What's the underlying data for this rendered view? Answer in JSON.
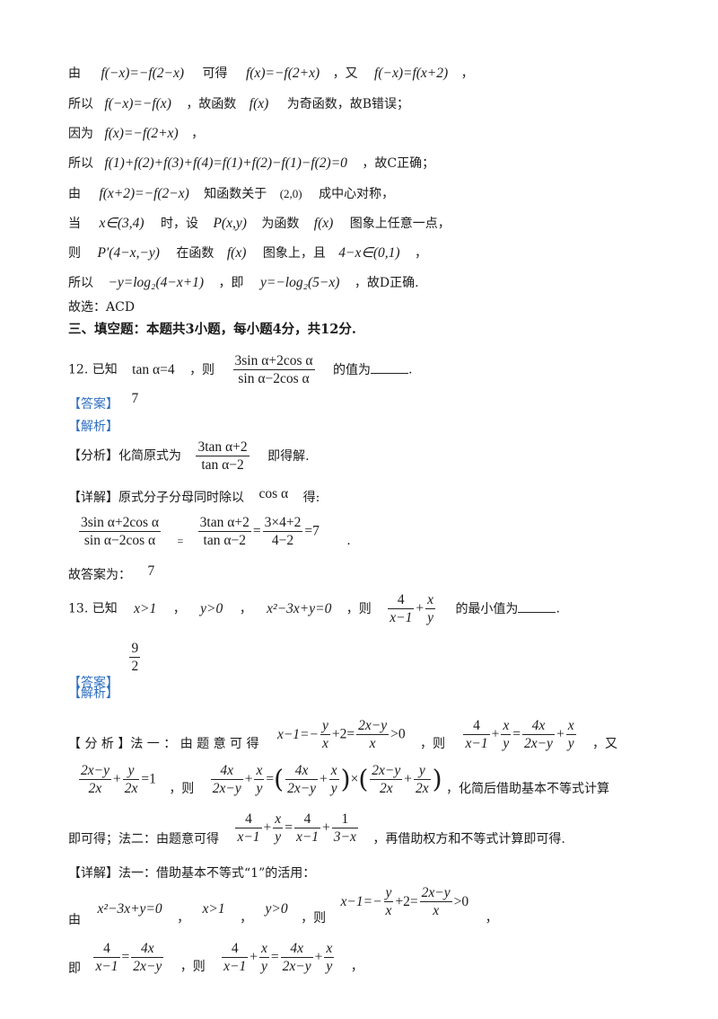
{
  "lines": {
    "l1": {
      "a": "由",
      "e1": "f(−x)=−f(2−x)",
      "b": "可得",
      "e2": "f(x)=−f(2+x)",
      "c": "，又",
      "e3": "f(−x)=f(x+2)",
      "d": "，"
    },
    "l2": {
      "a": "所以",
      "e1": "f(−x)=−f(x)",
      "b": "，故函数",
      "e2": "f(x)",
      "c": "为奇函数，故B错误；"
    },
    "l3": {
      "a": "因为",
      "e1": "f(x)=−f(2+x)",
      "b": "，"
    },
    "l4": {
      "a": "所以",
      "e1": "f(1)+f(2)+f(3)+f(4)=f(1)+f(2)−f(1)−f(2)=0",
      "b": "，故C正确；"
    },
    "l5": {
      "a": "由",
      "e1": "f(x+2)=−f(2−x)",
      "b": "知函数关于",
      "e2": "(2,0)",
      "c": "成中心对称，"
    },
    "l6": {
      "a": "当",
      "e1": "x∈(3,4)",
      "b": "时，设",
      "e2": "P(x,y)",
      "c": "为函数",
      "e3": "f(x)",
      "d": "图象上任意一点，"
    },
    "l7": {
      "a": "则",
      "e1": "P′(4−x,−y)",
      "b": "在函数",
      "e2": "f(x)",
      "c": "图象上，且",
      "e3": "4−x∈(0,1)",
      "d": "，"
    },
    "l8": {
      "a": "所以",
      "e1": "−y=log₂(4−x+1)",
      "b": "，即",
      "e2": "y=−log₂(5−x)",
      "c": "，故D正确."
    },
    "l9": {
      "a": "故选：ACD"
    },
    "section": "三、填空题：本题共3小题，每小题4分，共12分.",
    "q12": {
      "a": "12. 已知",
      "e1": "tan α=4",
      "b": "，则",
      "num": "3sin α+2cos α",
      "den": "sin α−2cos α",
      "c": "的值为"
    },
    "q12_ans_tag": "【答案】",
    "q12_ans": "7",
    "q12_jx_tag": "【解析】",
    "q12_fx": {
      "tag": "【分析】",
      "a": "化简原式为",
      "num": "3tan α+2",
      "den": "tan α−2",
      "b": "即得解."
    },
    "q12_xj": {
      "tag": "【详解】",
      "a": "原式分子分母同时除以",
      "e1": "cos α",
      "b": "得:"
    },
    "q12_calc": {
      "n1": "3sin α+2cos α",
      "d1": "sin α−2cos α",
      "eq": "=",
      "n2": "3tan α+2",
      "d2": "tan α−2",
      "eq2": "=",
      "n3": "3×4+2",
      "d3": "4−2",
      "tail": "=7",
      "dot": "."
    },
    "q12_final": {
      "a": "故答案为：",
      "v": "7"
    },
    "q13": {
      "a": "13. 已知",
      "e1": "x>1",
      "e2": "y>0",
      "e3": "x²−3x+y=0",
      "b": "，则",
      "n1": "4",
      "d1": "x−1",
      "plus": "+",
      "n2": "x",
      "d2": "y",
      "c": "的最小值为"
    },
    "q13_ans_tag": "【答案】",
    "q13_ans_num": "9",
    "q13_ans_den": "2",
    "q13_jx_tag": "【解析】",
    "q13_fx1": {
      "tag": "【 分 析 】",
      "a": "法 一 ： 由 题 意 可 得",
      "e1": "x−1=−",
      "n1": "y",
      "d1": "x",
      "e2": "+2=",
      "n2": "2x−y",
      "d2": "x",
      "e3": ">0",
      "b": "，则",
      "n3": "4",
      "d3": "x−1",
      "n4": "x",
      "d4": "y",
      "e4": "=",
      "n5": "4x",
      "d5": "2x−y",
      "n6": "x",
      "d6": "y",
      "c": "，又"
    },
    "q13_fx2": {
      "n1": "2x−y",
      "d1": "2x",
      "n2": "y",
      "d2": "2x",
      "e1": "=1",
      "a": "，则",
      "n3": "4x",
      "d3": "2x−y",
      "n4": "x",
      "d4": "y",
      "n5": "4x",
      "d5": "2x−y",
      "n6": "x",
      "d6": "y",
      "n7": "2x−y",
      "d7": "2x",
      "n8": "y",
      "d8": "2x",
      "b": "，化简后借助基本不等式计算"
    },
    "q13_fx3": {
      "a": "即可得；法二：由题意可得",
      "n1": "4",
      "d1": "x−1",
      "n2": "x",
      "d2": "y",
      "n3": "4",
      "d3": "x−1",
      "n4": "1",
      "d4": "3−x",
      "b": "，再借助权方和不等式计算即可得."
    },
    "q13_xj": {
      "tag": "【详解】",
      "a": "法一：借助基本不等式“1”的活用："
    },
    "q13_l1": {
      "a": "由",
      "e1": "x²−3x+y=0",
      "e2": "x>1",
      "e3": "y>0",
      "b": "，则",
      "e4": "x−1=−",
      "n1": "y",
      "d1": "x",
      "e5": "+2=",
      "n2": "2x−y",
      "d2": "x",
      "e6": ">0",
      "c": "，"
    },
    "q13_l2": {
      "a": "即",
      "n1": "4",
      "d1": "x−1",
      "e1": "=",
      "n2": "4x",
      "d2": "2x−y",
      "b": "，则",
      "n3": "4",
      "d3": "x−1",
      "n4": "x",
      "d4": "y",
      "n5": "4x",
      "d5": "2x−y",
      "n6": "x",
      "d6": "y",
      "c": "，"
    }
  }
}
